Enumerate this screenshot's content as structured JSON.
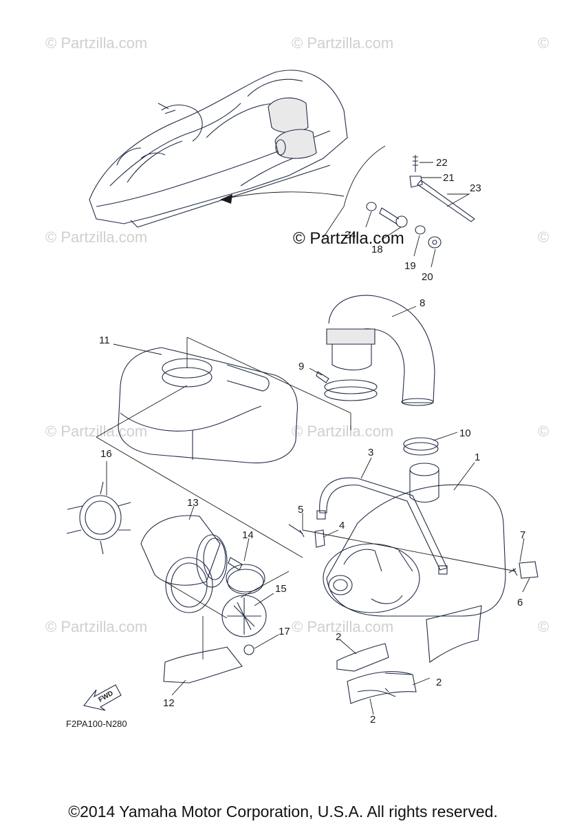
{
  "watermarks": [
    "© Partzilla.com",
    "© Partzilla.com",
    "©",
    "© Partzilla.com",
    "©",
    "© Partzilla.com",
    "© Partzilla.com",
    "©",
    "© Partzilla.com",
    "© Partzilla.com",
    "©"
  ],
  "main_watermark": "© Partzilla.com",
  "callouts": [
    "22",
    "21",
    "23",
    "24",
    "18",
    "19",
    "20",
    "8",
    "11",
    "9",
    "10",
    "16",
    "3",
    "1",
    "13",
    "5",
    "4",
    "14",
    "7",
    "15",
    "6",
    "17",
    "2",
    "2",
    "2",
    "12"
  ],
  "fwd_label": "FWD",
  "diagram_code": "F2PA100-N280",
  "footer": "©2014  Yamaha Motor Corporation, U.S.A. All rights reserved.",
  "colors": {
    "line": "#1f2a44",
    "watermark": "#cfcfcf"
  }
}
